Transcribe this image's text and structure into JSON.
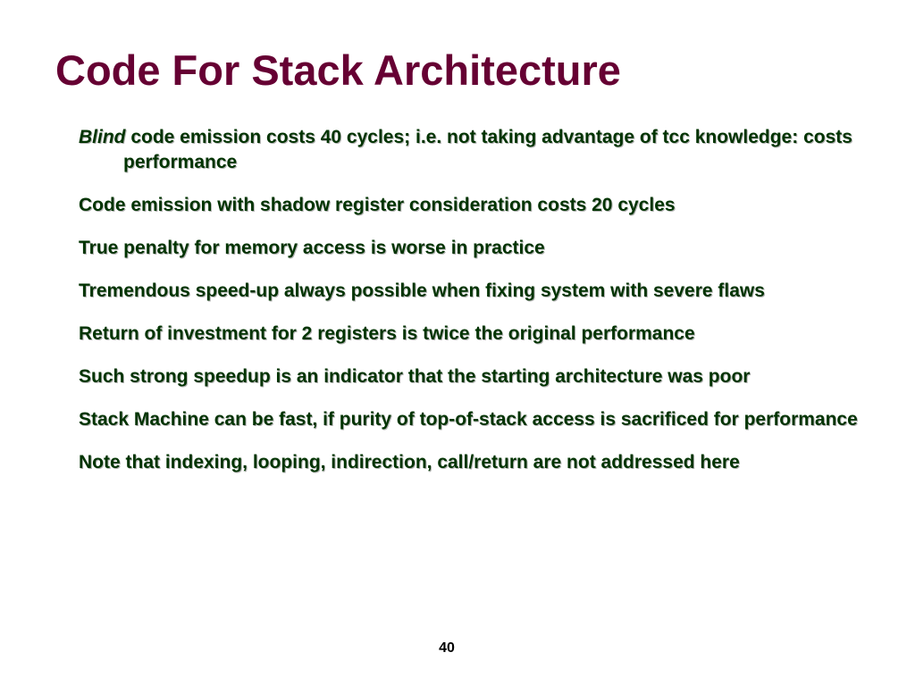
{
  "slide": {
    "title": "Code For Stack Architecture",
    "bullets": [
      {
        "lead_italic": "Blind",
        "text": " code emission costs 40 cycles; i.e. not taking advantage of tcc knowledge: costs performance"
      },
      {
        "text": "Code emission with shadow register consideration costs 20 cycles"
      },
      {
        "text": "True penalty for memory access is worse in practice"
      },
      {
        "text": "Tremendous speed-up always possible when fixing system with severe flaws"
      },
      {
        "text": "Return of investment for 2 registers is twice the original performance"
      },
      {
        "text": "Such strong speedup is an indicator that the starting architecture was poor"
      },
      {
        "text": "Stack Machine can be fast, if purity of top-of-stack access is sacrificed for performance"
      },
      {
        "text": "Note that indexing, looping, indirection, call/return are not addressed here"
      }
    ],
    "page_number": "40"
  },
  "colors": {
    "title": "#660033",
    "body_text": "#003300",
    "text_shadow": "#b3b3b3",
    "background": "#ffffff"
  }
}
